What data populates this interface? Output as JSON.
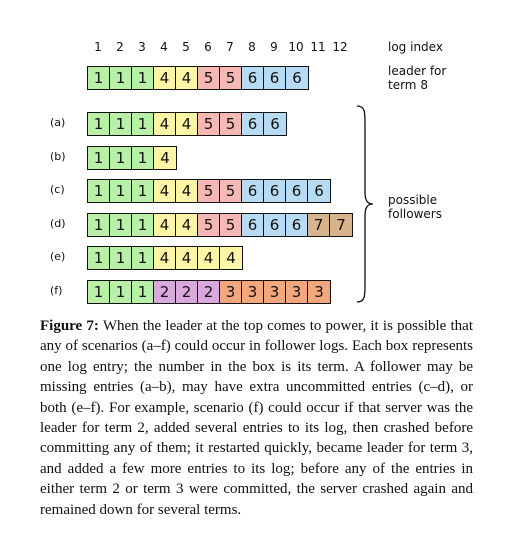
{
  "figure": {
    "log_index": {
      "numbers": [
        "1",
        "2",
        "3",
        "4",
        "5",
        "6",
        "7",
        "8",
        "9",
        "10",
        "11",
        "12"
      ],
      "label": "log index"
    },
    "leader": {
      "label_line1": "leader for",
      "label_line2": "term 8",
      "entries": [
        1,
        1,
        1,
        4,
        4,
        5,
        5,
        6,
        6,
        6
      ]
    },
    "followers": [
      {
        "label": "(a)",
        "entries": [
          1,
          1,
          1,
          4,
          4,
          5,
          5,
          6,
          6
        ]
      },
      {
        "label": "(b)",
        "entries": [
          1,
          1,
          1,
          4
        ]
      },
      {
        "label": "(c)",
        "entries": [
          1,
          1,
          1,
          4,
          4,
          5,
          5,
          6,
          6,
          6,
          6
        ]
      },
      {
        "label": "(d)",
        "entries": [
          1,
          1,
          1,
          4,
          4,
          5,
          5,
          6,
          6,
          6,
          7,
          7
        ]
      },
      {
        "label": "(e)",
        "entries": [
          1,
          1,
          1,
          4,
          4,
          4,
          4
        ]
      },
      {
        "label": "(f)",
        "entries": [
          1,
          1,
          1,
          2,
          2,
          2,
          3,
          3,
          3,
          3,
          3
        ]
      }
    ],
    "group_label_line1": "possible",
    "group_label_line2": "followers",
    "term_colors": {
      "1": "#b9f0a8",
      "2": "#d9a8dc",
      "3": "#f2a87c",
      "4": "#fdf5a6",
      "5": "#f6b8b5",
      "6": "#b7dbf3",
      "7": "#d9b38c"
    }
  },
  "caption": {
    "label": "Figure 7:",
    "text": "When the leader at the top comes to power, it is possible that any of scenarios (a–f) could occur in follower logs. Each box represents one log entry; the number in the box is its term. A follower may be missing entries (a–b), may have extra uncommitted entries (c–d), or both (e–f). For example, scenario (f) could occur if that server was the leader for term 2, added several entries to its log, then crashed before committing any of them; it restarted quickly, became leader for term 3, and added a few more entries to its log; before any of the entries in either term 2 or term 3 were committed, the server crashed again and remained down for several terms."
  }
}
